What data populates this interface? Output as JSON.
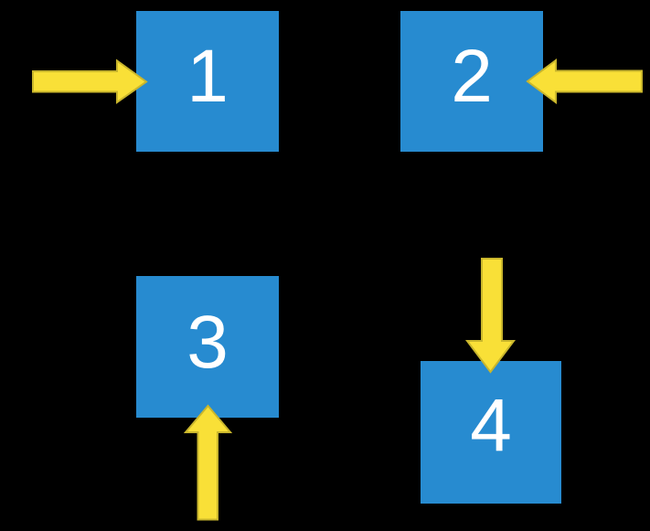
{
  "background_color": "#000000",
  "colors": {
    "box_fill": "#278BD0",
    "arrow_fill": "#F9E037",
    "arrow_stroke": "#C9B62C",
    "label_text": "#FFFFFF"
  },
  "boxes": [
    {
      "label": "1",
      "arrow_direction": "right"
    },
    {
      "label": "2",
      "arrow_direction": "left"
    },
    {
      "label": "3",
      "arrow_direction": "up"
    },
    {
      "label": "4",
      "arrow_direction": "down"
    }
  ]
}
